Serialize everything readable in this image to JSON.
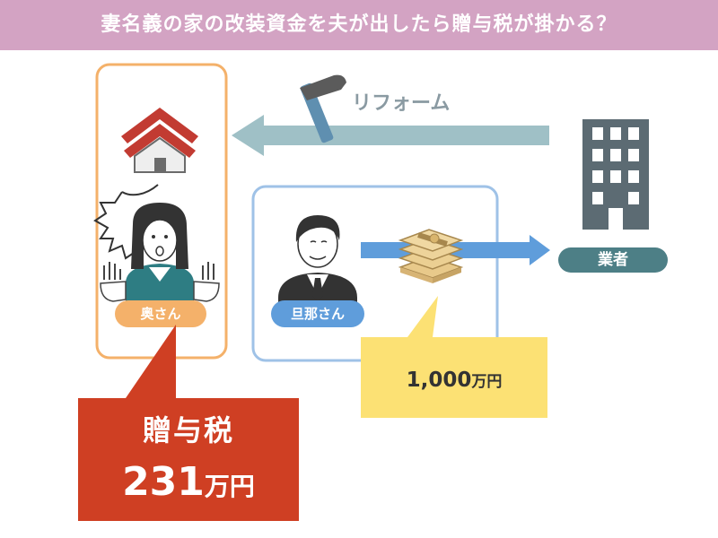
{
  "title": "妻名義の家の改装資金を夫が出したら贈与税が掛かる？",
  "reform_label": "リフォーム",
  "vendor_label": "業者",
  "wife_label": "奥さん",
  "husband_label": "旦那さん",
  "amount": {
    "number": "1,000",
    "unit": "万円"
  },
  "tax": {
    "label": "贈与税",
    "number": "231",
    "unit": "万円"
  },
  "colors": {
    "title_bar": "#d3a3c3",
    "wife_frame": "#f4b16a",
    "husband_frame": "#9fc2e7",
    "arrow_reform": "#9fc0c6",
    "arrow_money": "#5f9ddb",
    "vendor_pill": "#4d7f86",
    "amount_callout": "#fce174",
    "tax_callout": "#cf3f23",
    "house_roof": "#c23b32",
    "building": "#5c6b73"
  },
  "icons": [
    "hammer-icon",
    "house-icon",
    "building-icon",
    "wife-icon",
    "husband-icon",
    "money-stack-icon",
    "surprise-burst-icon"
  ]
}
